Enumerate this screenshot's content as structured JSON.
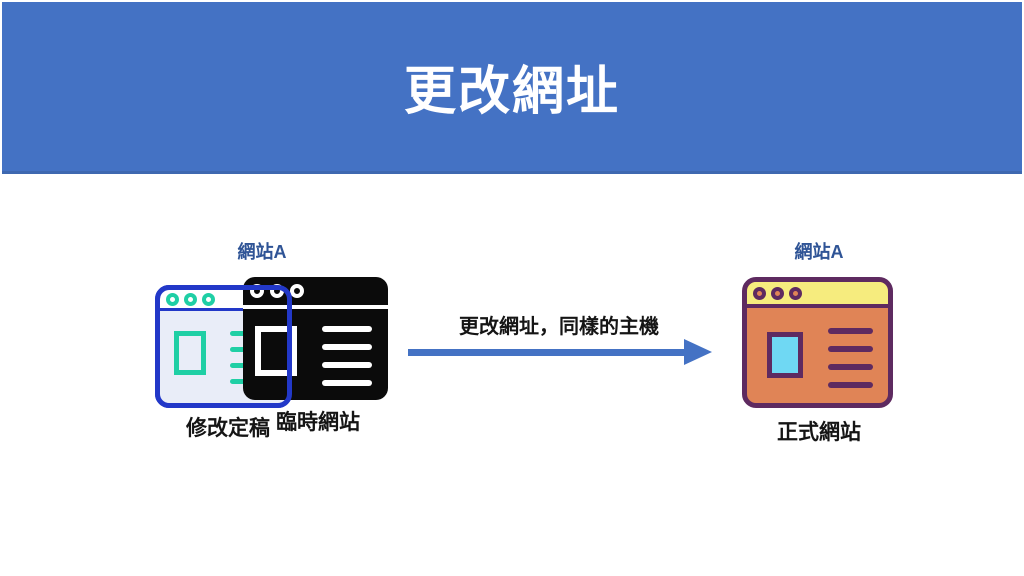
{
  "slide": {
    "title": "更改網址"
  },
  "left_group": {
    "site_label": "網站A",
    "draft_caption": "修改定稿",
    "temp_caption": "臨時網站"
  },
  "arrow": {
    "label": "更改網址，同樣的主機"
  },
  "right_group": {
    "site_label": "網站A",
    "caption": "正式網站"
  },
  "colors": {
    "banner": "#4472C4",
    "banner-edge": "#3E68B0",
    "title-text": "#FFFFFF",
    "site-label": "#2F5496",
    "caption-text": "#151515",
    "draft-border": "#2238C8",
    "draft-accent": "#1FCFA5",
    "draft-content": "#E9EDF8",
    "temp-body": "#0B0B0B",
    "temp-detail": "#FFFFFF",
    "final-border": "#5E2A60",
    "final-bar": "#F6EC7E",
    "final-body": "#E08456",
    "final-content": "#6FD8F3",
    "arrow": "#4472C4"
  }
}
